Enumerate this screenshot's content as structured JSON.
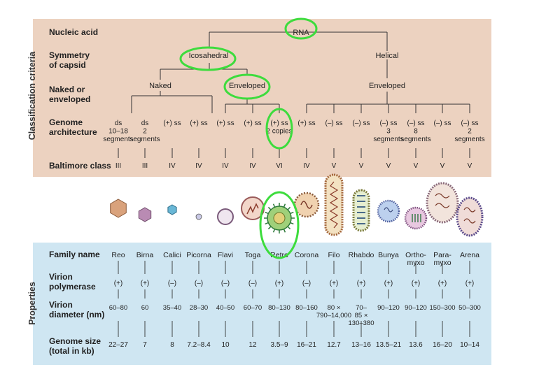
{
  "colors": {
    "classification_bg": "#ecd2c0",
    "properties_bg": "#cfe6f2",
    "highlight": "#3ddc3d",
    "line": "#333333"
  },
  "side_labels": {
    "classification": "Classification criteria",
    "properties": "Properties"
  },
  "criteria": {
    "nucleic_acid": "Nucleic acid",
    "symmetry": [
      "Symmetry",
      "of capsid"
    ],
    "naked": [
      "Naked or",
      "enveloped"
    ],
    "genome": [
      "Genome",
      "architecture"
    ],
    "baltimore": "Baltimore class"
  },
  "tree": {
    "rna": "RNA",
    "icosahedral": "Icosahedral",
    "helical": "Helical",
    "naked": "Naked",
    "enveloped_left": "Enveloped",
    "enveloped_right": "Enveloped"
  },
  "genome_architecture": [
    [
      "ds",
      "10–18",
      "segments"
    ],
    [
      "ds",
      "2",
      "segments"
    ],
    [
      "(+) ss"
    ],
    [
      "(+) ss"
    ],
    [
      "(+) ss"
    ],
    [
      "(+) ss"
    ],
    [
      "(+) ss",
      "2 copies"
    ],
    [
      "(+) ss"
    ],
    [
      "(–) ss"
    ],
    [
      "(–) ss"
    ],
    [
      "(–) ss",
      "3",
      "segments"
    ],
    [
      "(–) ss",
      "8",
      "segments"
    ],
    [
      "(–) ss"
    ],
    [
      "(–) ss",
      "2",
      "segments"
    ]
  ],
  "baltimore_classes": [
    "III",
    "III",
    "IV",
    "IV",
    "IV",
    "IV",
    "VI",
    "IV",
    "V",
    "V",
    "V",
    "V",
    "V",
    "V"
  ],
  "properties": {
    "labels": {
      "family": "Family name",
      "polymerase": [
        "Virion",
        "polymerase"
      ],
      "diameter": [
        "Virion",
        "diameter (nm)"
      ],
      "genome": [
        "Genome size",
        "(total in kb)"
      ]
    },
    "families": [
      [
        "Reo"
      ],
      [
        "Birna"
      ],
      [
        "Calici"
      ],
      [
        "Picorna"
      ],
      [
        "Flavi"
      ],
      [
        "Toga"
      ],
      [
        "Retro"
      ],
      [
        "Corona"
      ],
      [
        "Filo"
      ],
      [
        "Rhabdo"
      ],
      [
        "Bunya"
      ],
      [
        "Ortho-",
        "myxo"
      ],
      [
        "Para-",
        "myxo"
      ],
      [
        "Arena"
      ]
    ],
    "polymerase": [
      "(+)",
      "(+)",
      "(–)",
      "(–)",
      "(–)",
      "(–)",
      "(+)",
      "(–)",
      "(+)",
      "(+)",
      "(+)",
      "(+)",
      "(+)",
      "(+)"
    ],
    "diameter": [
      [
        "60–80"
      ],
      [
        "60"
      ],
      [
        "35–40"
      ],
      [
        "28–30"
      ],
      [
        "40–50"
      ],
      [
        "60–70"
      ],
      [
        "80–130"
      ],
      [
        "80–160"
      ],
      [
        "80 ×",
        "790–14,000"
      ],
      [
        "70–",
        "85 ×",
        "130–380"
      ],
      [
        "90–120"
      ],
      [
        "90–120"
      ],
      [
        "150–300"
      ],
      [
        "50–300"
      ]
    ],
    "genome_size": [
      "22–27",
      "7",
      "8",
      "7.2–8.4",
      "10",
      "12",
      "3.5–9",
      "16–21",
      "12.7",
      "13–16",
      "13.5–21",
      "13.6",
      "16–20",
      "10–14"
    ]
  },
  "virion_icons": [
    "icosahedron-icon",
    "icosahedron-icon",
    "icosahedron-icon",
    "sphere-icon",
    "enveloped-sphere-icon",
    "enveloped-sphere-icon",
    "spiked-sphere-icon",
    "corona-icon",
    "filament-icon",
    "bullet-icon",
    "spiked-sphere-icon",
    "spiked-sphere-icon",
    "pleomorphic-icon",
    "pleomorphic-icon"
  ]
}
